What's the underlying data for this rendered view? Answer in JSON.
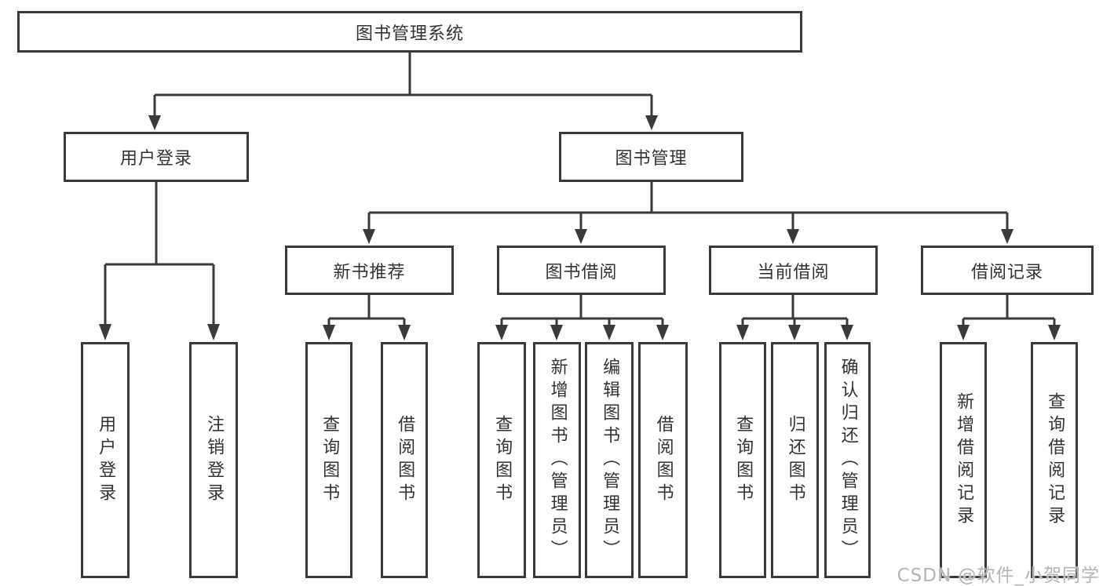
{
  "diagram": {
    "root": {
      "label": "图书管理系统"
    },
    "level2": [
      {
        "id": "user-login",
        "label": "用户登录"
      },
      {
        "id": "book-management",
        "label": "图书管理"
      }
    ],
    "level3": [
      {
        "id": "new-book-recommend",
        "label": "新书推荐"
      },
      {
        "id": "book-borrow",
        "label": "图书借阅"
      },
      {
        "id": "current-borrow",
        "label": "当前借阅"
      },
      {
        "id": "borrow-records",
        "label": "借阅记录"
      }
    ],
    "leaves": {
      "user_login": [
        "用户登录",
        "注销登录"
      ],
      "new_book": [
        "查询图书",
        "借阅图书"
      ],
      "book_borrow": [
        "查询图书",
        "新增图书（管理员）",
        "编辑图书（管理员）",
        "借阅图书"
      ],
      "current_borrow": [
        "查询图书",
        "归还图书",
        "确认归还（管理员）"
      ],
      "borrow_records": [
        "新增借阅记录",
        "查询借阅记录"
      ]
    },
    "watermark": "CSDN @软件_小贺同学",
    "colors": {
      "line": "#3a3a3a",
      "box_border": "#3a3a3a",
      "text": "#333333",
      "watermark": "#b5b5b5",
      "background": "#ffffff"
    }
  }
}
